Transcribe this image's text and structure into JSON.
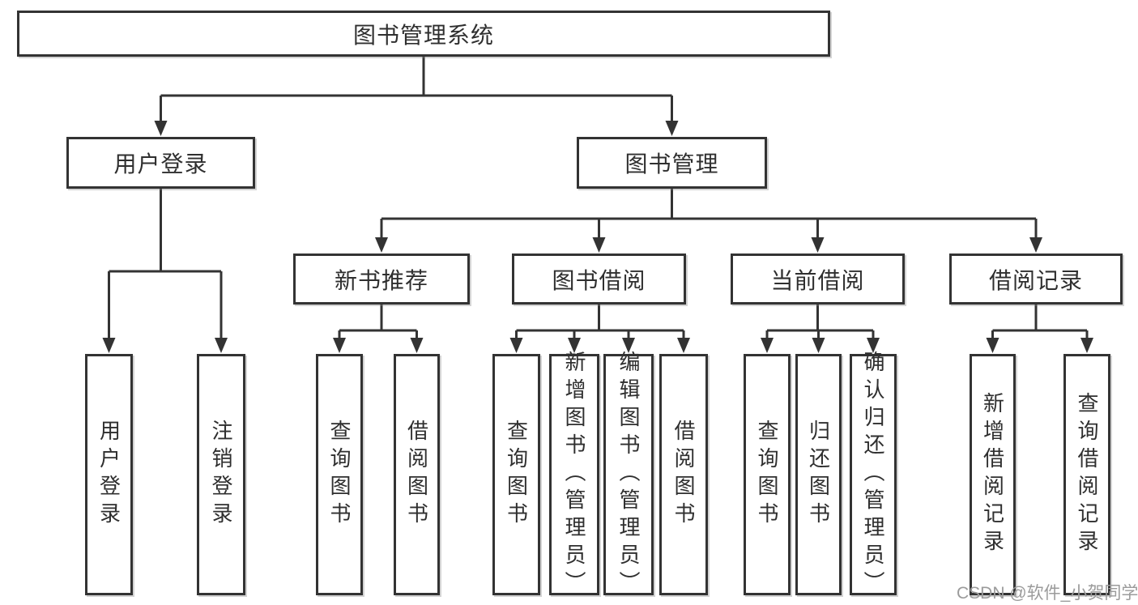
{
  "diagram": {
    "root": {
      "label": "图书管理系统"
    },
    "level2": [
      {
        "label": "用户登录"
      },
      {
        "label": "图书管理"
      }
    ],
    "level3": [
      {
        "label": "新书推荐"
      },
      {
        "label": "图书借阅"
      },
      {
        "label": "当前借阅"
      },
      {
        "label": "借阅记录"
      }
    ],
    "level4": [
      {
        "label": "用户登录"
      },
      {
        "label": "注销登录"
      },
      {
        "label": "查询图书"
      },
      {
        "label": "借阅图书"
      },
      {
        "label": "查询图书"
      },
      {
        "label": "新增图书（管理员）"
      },
      {
        "label": "编辑图书（管理员）"
      },
      {
        "label": "借阅图书"
      },
      {
        "label": "查询图书"
      },
      {
        "label": "归还图书"
      },
      {
        "label": "确认归还（管理员）"
      },
      {
        "label": "新增借阅记录"
      },
      {
        "label": "查询借阅记录"
      }
    ]
  },
  "watermark": {
    "text": "CSDN @软件_小贺同学"
  },
  "colors": {
    "line": "#333333",
    "text": "#2f2f2f",
    "background": "#ffffff",
    "watermark": "#9b9b9b"
  }
}
